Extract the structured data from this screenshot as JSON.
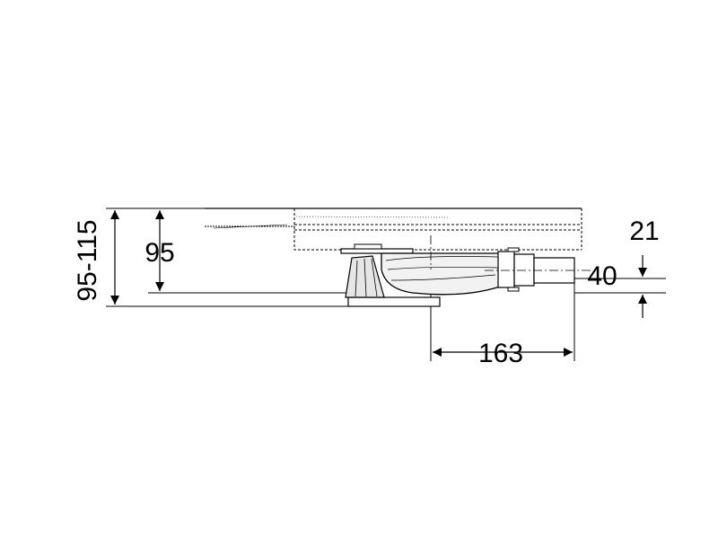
{
  "diagram": {
    "dimensions": {
      "total_height_range": "95-115",
      "inner_height": "95",
      "outlet_offset": "21",
      "pipe_diameter": "40",
      "horizontal_length": "163"
    }
  },
  "colors": {
    "line": "#000000",
    "part_fill": "#ffffff",
    "shade": "#d9d9d9"
  }
}
